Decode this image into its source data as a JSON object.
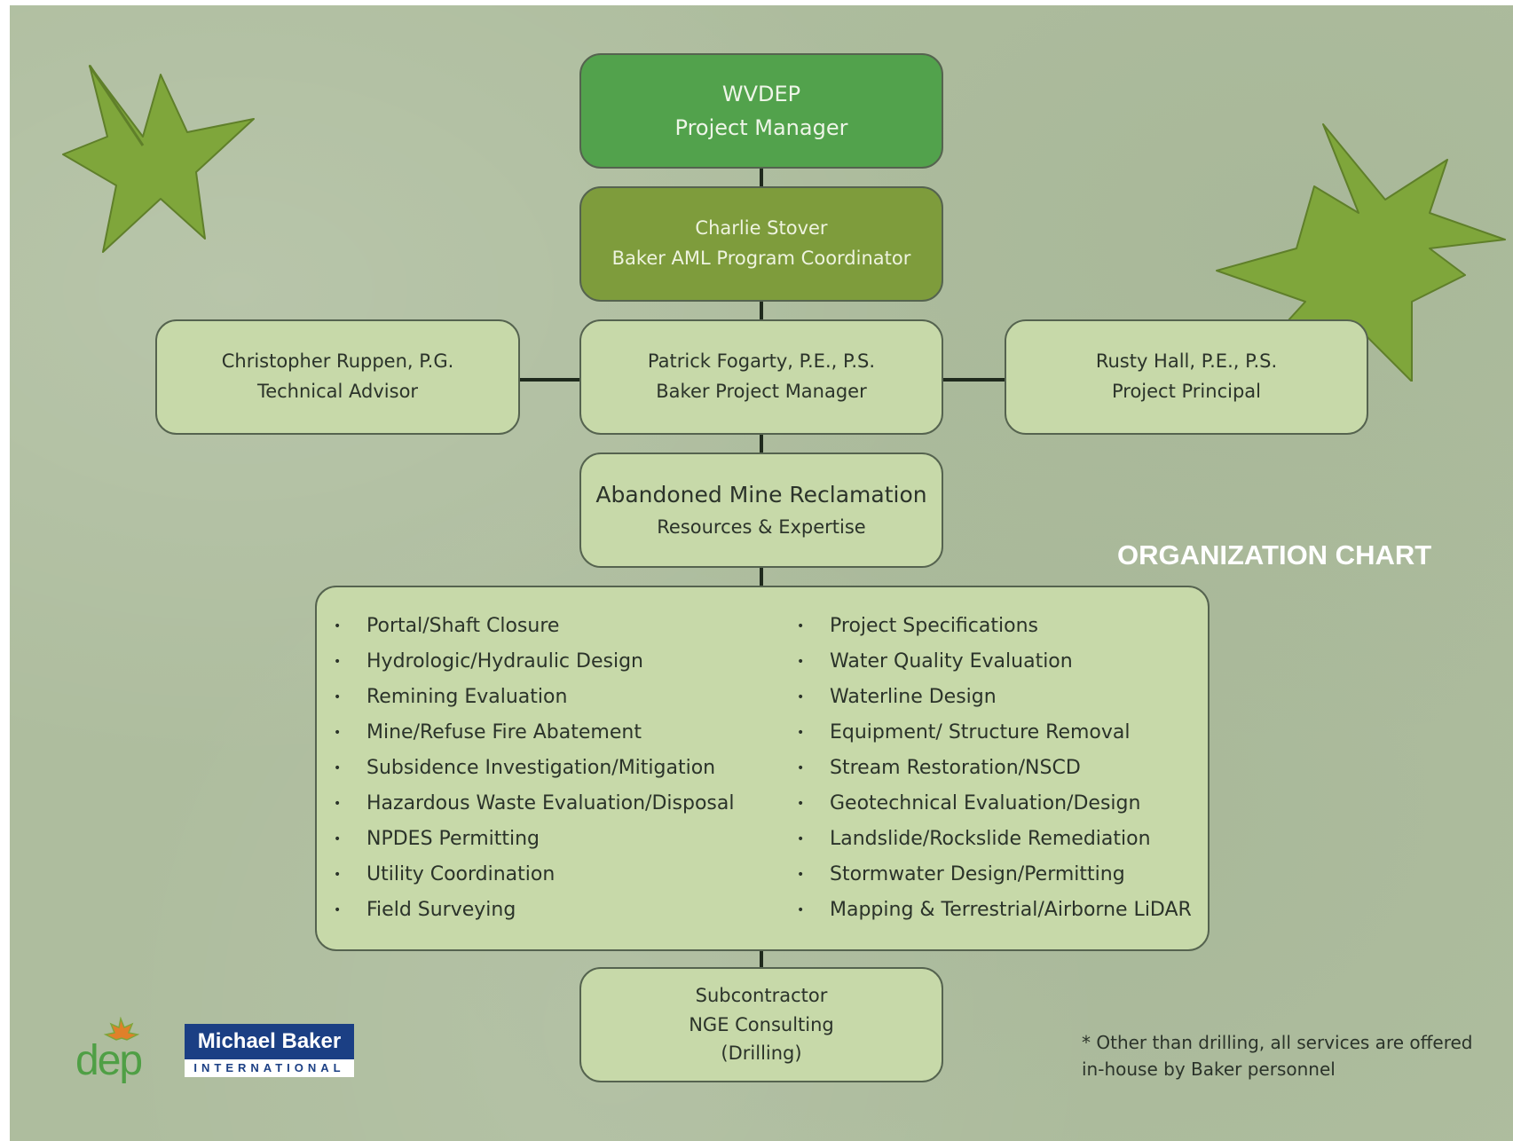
{
  "colors": {
    "background": "#aebd9e",
    "box_dark_green": "#52a24c",
    "box_olive": "#7e9c3c",
    "box_light": "#c7d9a9",
    "connector": "#1f2a1d",
    "leaf": "#7fa63b"
  },
  "nodes": {
    "wvdep": {
      "line1": "WVDEP",
      "line2": "Project Manager"
    },
    "coordinator": {
      "line1": "Charlie Stover",
      "line2": "Baker AML Program Coordinator"
    },
    "technical_advisor": {
      "line1": "Christopher Ruppen, P.G.",
      "line2": "Technical Advisor"
    },
    "project_manager": {
      "line1": "Patrick Fogarty, P.E., P.S.",
      "line2": "Baker Project Manager"
    },
    "project_principal": {
      "line1": "Rusty Hall, P.E., P.S.",
      "line2": "Project Principal"
    },
    "aml": {
      "line1": "Abandoned Mine Reclamation",
      "line2": "Resources & Expertise"
    },
    "subcontractor": {
      "line1": "Subcontractor",
      "line2": "NGE Consulting",
      "line3": "(Drilling)"
    }
  },
  "services_left": [
    "Portal/Shaft Closure",
    "Hydrologic/Hydraulic Design",
    "Remining Evaluation",
    "Mine/Refuse Fire Abatement",
    "Subsidence Investigation/Mitigation",
    "Hazardous Waste Evaluation/Disposal",
    "NPDES Permitting",
    "Utility Coordination",
    "Field Surveying"
  ],
  "services_right": [
    "Project Specifications",
    "Water Quality Evaluation",
    "Waterline Design",
    "Equipment/ Structure Removal",
    "Stream Restoration/NSCD",
    "Geotechnical Evaluation/Design",
    "Landslide/Rockslide Remediation",
    "Stormwater Design/Permitting",
    "Mapping & Terrestrial/Airborne LiDAR"
  ],
  "bullet": "•",
  "chart_title": "ORGANIZATION CHART",
  "footnote": {
    "line1": "* Other than drilling, all services are offered",
    "line2": "in-house by Baker personnel"
  },
  "logos": {
    "dep": {
      "text": "dep",
      "icon": "maple-leaf-icon"
    },
    "baker": {
      "top": "Michael Baker",
      "bottom": "INTERNATIONAL"
    }
  },
  "decorations": {
    "left_leaf": "maple-leaf-icon",
    "right_leaf": "maple-leaf-icon"
  }
}
